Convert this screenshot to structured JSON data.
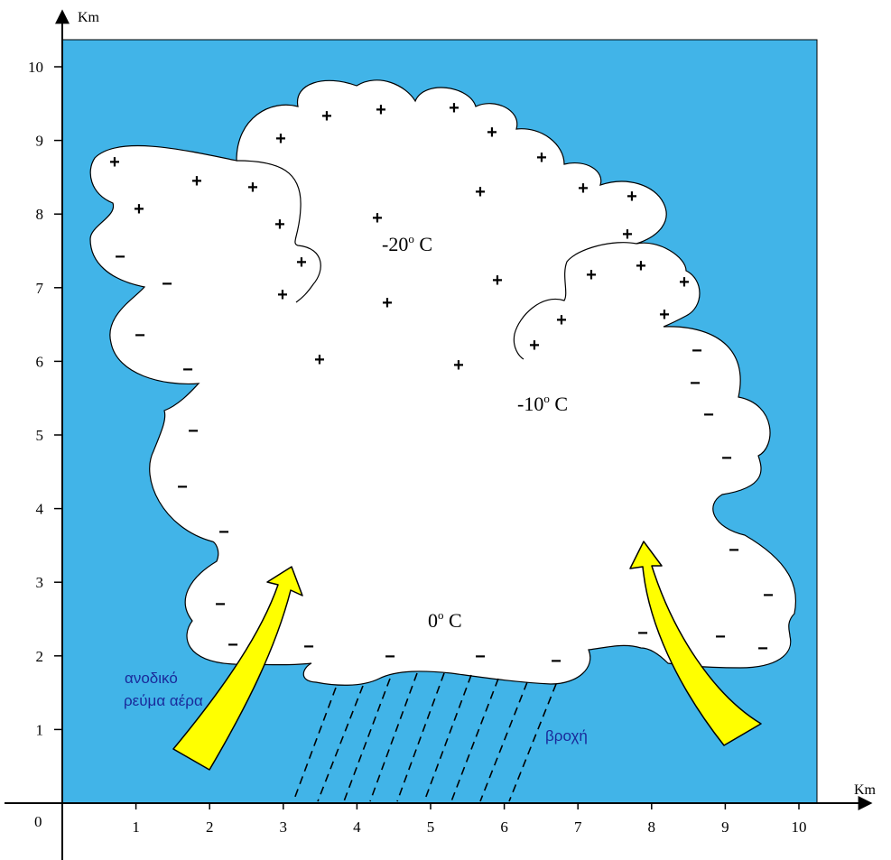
{
  "axes": {
    "x_unit": "Km",
    "y_unit": "Km",
    "origin": "0",
    "x_ticks": [
      "1",
      "2",
      "3",
      "4",
      "5",
      "6",
      "7",
      "8",
      "9",
      "10"
    ],
    "y_ticks": [
      "1",
      "2",
      "3",
      "4",
      "5",
      "6",
      "7",
      "8",
      "9",
      "10"
    ]
  },
  "temperatures": {
    "t_top": {
      "value": "-20",
      "sup": "o",
      "unit": " C"
    },
    "t_mid": {
      "value": "-10",
      "sup": "o",
      "unit": " C"
    },
    "t_low": {
      "value": "0",
      "sup": "o",
      "unit": " C"
    }
  },
  "labels": {
    "updraft_line1": "ανοδικό",
    "updraft_line2": "ρεύμα αέρα",
    "rain": "βροχή"
  },
  "charges": {
    "positive_symbol": "+",
    "negative_symbol": "−"
  },
  "colors": {
    "sky": "#41b4e8",
    "cloud": "#ffffff",
    "arrow_fill": "#ffff00",
    "arrow_outline": "#000000",
    "text_blue": "#1a2a9a"
  }
}
